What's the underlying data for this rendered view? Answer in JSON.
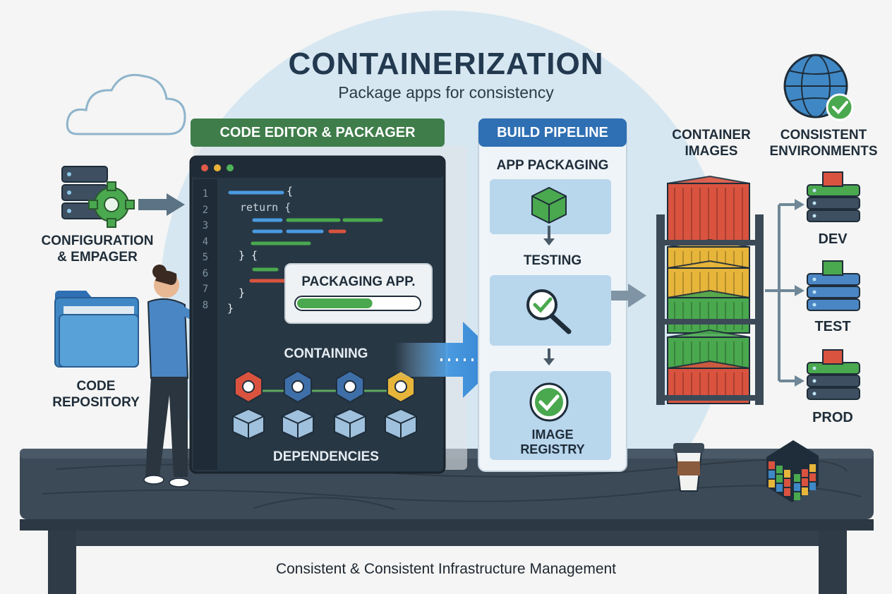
{
  "title": "CONTAINERIZATION",
  "subtitle": "Package apps for consistency",
  "left": {
    "config_label_line1": "CONFIGURATION",
    "config_label_line2": "& EMPAGER",
    "repo_label_line1": "CODE",
    "repo_label_line2": "REPOSITORY"
  },
  "editor": {
    "header": "CODE EDITOR & PACKAGER",
    "line_numbers": [
      "1",
      "2",
      "3",
      "4",
      "5",
      "6",
      "7",
      "8"
    ],
    "code": {
      "brace_open": "{",
      "return_stmt": "return {",
      "close_open": "} {",
      "close1": "}",
      "close2": "}"
    },
    "progress_label": "PACKAGING APP.",
    "progress": 0.62,
    "containing_label": "CONTAINING",
    "dependencies_label": "DEPENDENCIES",
    "dependency_icons": [
      "books-icon",
      "gear-icon",
      "database-icon",
      "gear-icon"
    ]
  },
  "pipeline": {
    "header": "BUILD PIPELINE",
    "stage1": "APP PACKAGING",
    "stage2": "TESTING",
    "stage3_line1": "IMAGE",
    "stage3_line2": "REGISTRY"
  },
  "images": {
    "label_line1": "CONTAINER",
    "label_line2": "IMAGES"
  },
  "environments": {
    "label_line1": "CONSISTENT",
    "label_line2": "ENVIRONMENTS",
    "items": [
      "DEV",
      "TEST",
      "PROD"
    ]
  },
  "footer": "Consistent & Consistent Infrastructure Management",
  "colors": {
    "navy": "#22394f",
    "editor_header": "#3f7d4a",
    "pipeline_header": "#2f6fb3",
    "editor_bg": "#283744",
    "green": "#4aa84f",
    "red": "#d9533f",
    "yellow": "#e7b53a",
    "blue": "#3f88c5",
    "table": "#3c4a57",
    "bubble": "#d9e8f2"
  }
}
